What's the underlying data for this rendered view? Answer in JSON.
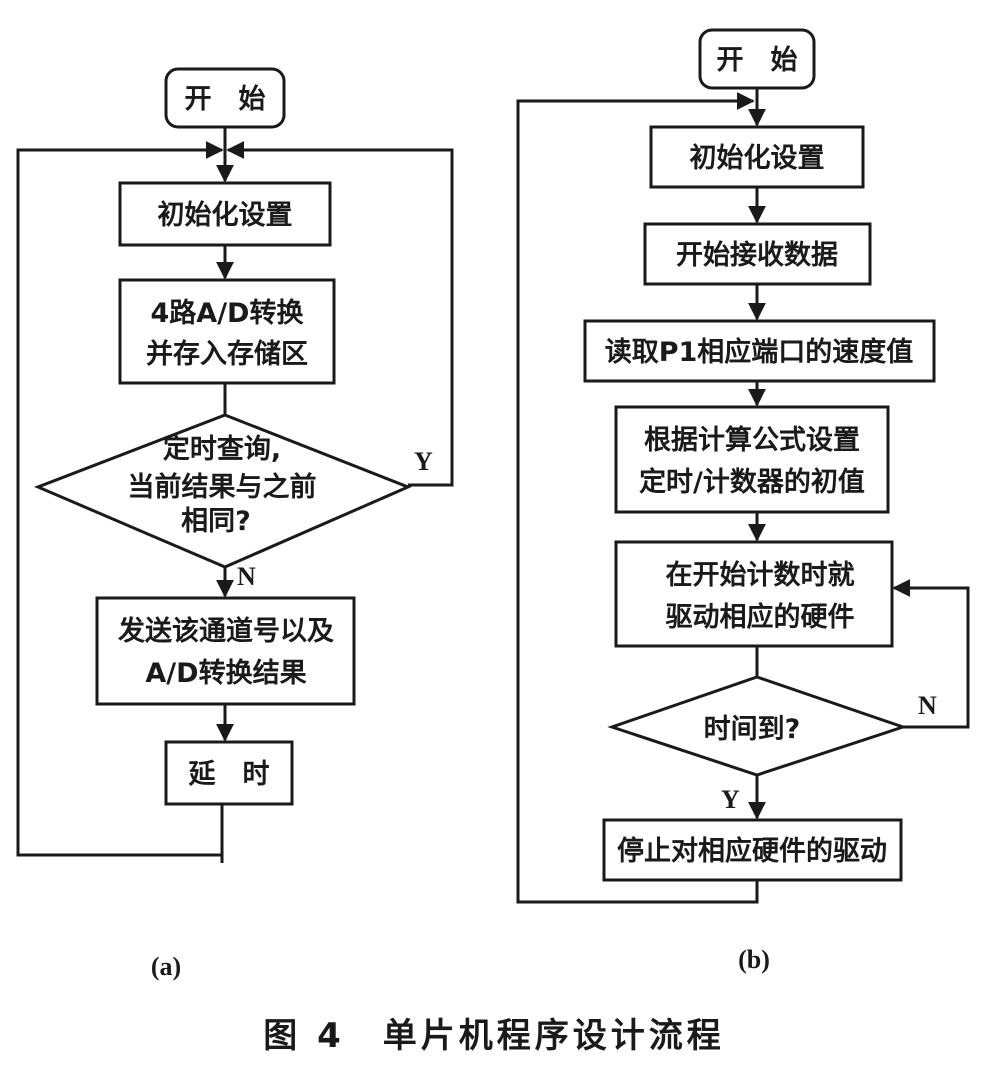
{
  "flow_a": {
    "start": "开　始",
    "init": "初始化设置",
    "convert": [
      "4路A/D转换",
      "并存入存储区"
    ],
    "decision": [
      "定时查询,",
      "当前结果与之前",
      "相同?"
    ],
    "yes_label": "Y",
    "no_label": "N",
    "send": [
      "发送该通道号以及",
      "A/D转换结果"
    ],
    "delay": "延　时",
    "sublabel": "(a)"
  },
  "flow_b": {
    "start": "开　始",
    "init": "初始化设置",
    "receive": "开始接收数据",
    "read": "读取P1相应端口的速度值",
    "compute": [
      "根据计算公式设置",
      "定时/计数器的初值"
    ],
    "drive": [
      "在开始计数时就",
      "驱动相应的硬件"
    ],
    "decision": "时间到?",
    "no_label": "N",
    "yes_label": "Y",
    "stop": "停止对相应硬件的驱动",
    "sublabel": "(b)"
  },
  "caption": "图 4　单片机程序设计流程",
  "colors": {
    "ink": "#1a1a1a",
    "paper": "#ffffff"
  }
}
